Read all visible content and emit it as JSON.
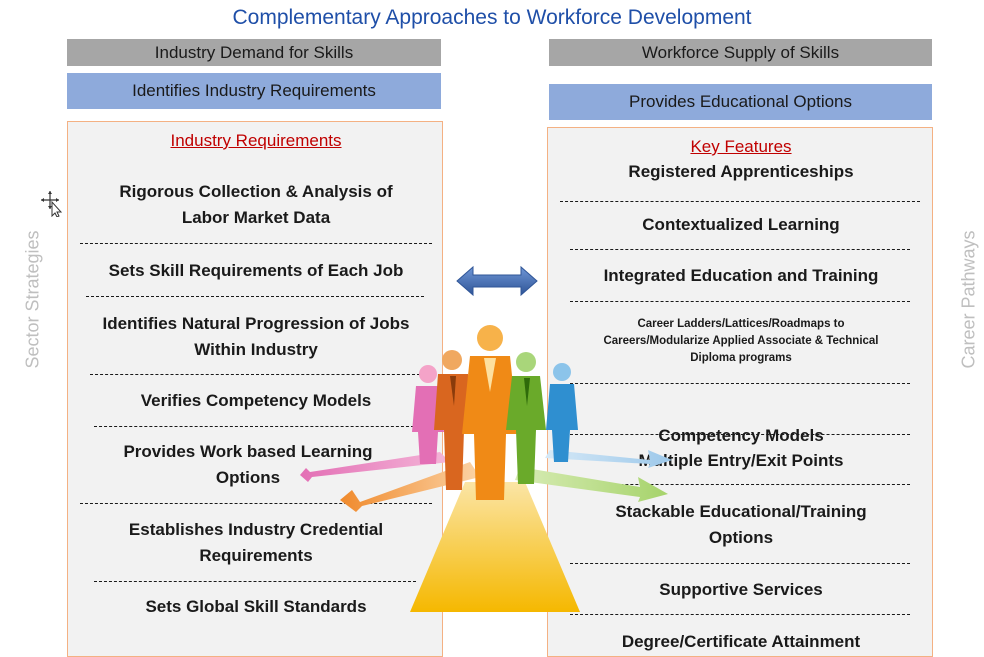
{
  "title": "Complementary Approaches to Workforce Development",
  "left": {
    "side_label": "Sector Strategies",
    "band_top": "Industry Demand for Skills",
    "band_blue": "Identifies Industry Requirements",
    "heading": "Industry Requirements",
    "items": [
      "Rigorous Collection & Analysis of Labor Market Data",
      "Sets Skill Requirements of Each Job",
      "Identifies Natural Progression of Jobs Within Industry",
      "Verifies Competency Models",
      "Provides Work based Learning Options",
      "Establishes Industry Credential Requirements",
      "Sets Global Skill Standards"
    ]
  },
  "right": {
    "side_label": "Career Pathways",
    "band_top": "Workforce Supply of Skills",
    "band_blue": "Provides Educational Options",
    "heading": "Key Features",
    "items": [
      "Registered Apprenticeships",
      "Contextualized Learning",
      "Integrated Education and Training",
      "Career Ladders/Lattices/Roadmaps to Careers/Modularize Applied Associate & Technical Diploma programs",
      "Competency Models",
      "Multiple Entry/Exit Points",
      "Stackable Educational/Training Options",
      "Supportive Services",
      "Degree/Certificate Attainment"
    ]
  },
  "colors": {
    "title": "#1f4fa8",
    "gray_band": "#a6a6a6",
    "blue_band": "#8eaadb",
    "panel_bg": "#f2f2f2",
    "panel_border": "#f4b183",
    "heading": "#c00000",
    "arrow": "#4472c4",
    "side_label": "#bfbfbf"
  },
  "icons": [
    "double-arrow-icon",
    "people-group-illustration",
    "cursor-icon"
  ]
}
